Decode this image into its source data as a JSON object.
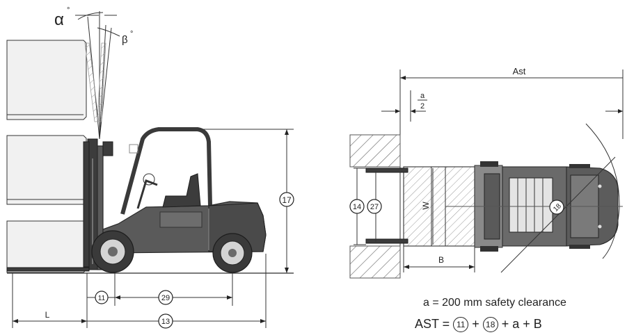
{
  "side_view": {
    "alpha": "α",
    "alpha_deg": "°",
    "beta": "β",
    "beta_deg": "°",
    "dim_17": "17",
    "dim_11": "11",
    "dim_29": "29",
    "dim_13": "13",
    "dim_L": "L"
  },
  "top_view": {
    "ast": "Ast",
    "a_over_2_num": "a",
    "a_over_2_den": "2",
    "dim_14": "14",
    "dim_27": "27",
    "dim_W": "W",
    "dim_B": "B",
    "dim_18": "18"
  },
  "notes": {
    "clearance": "a = 200 mm  safety clearance",
    "formula_lhs": "AST = ",
    "f_11": "11",
    "plus1": " + ",
    "f_18": "18",
    "rest": " + a  +  B"
  }
}
